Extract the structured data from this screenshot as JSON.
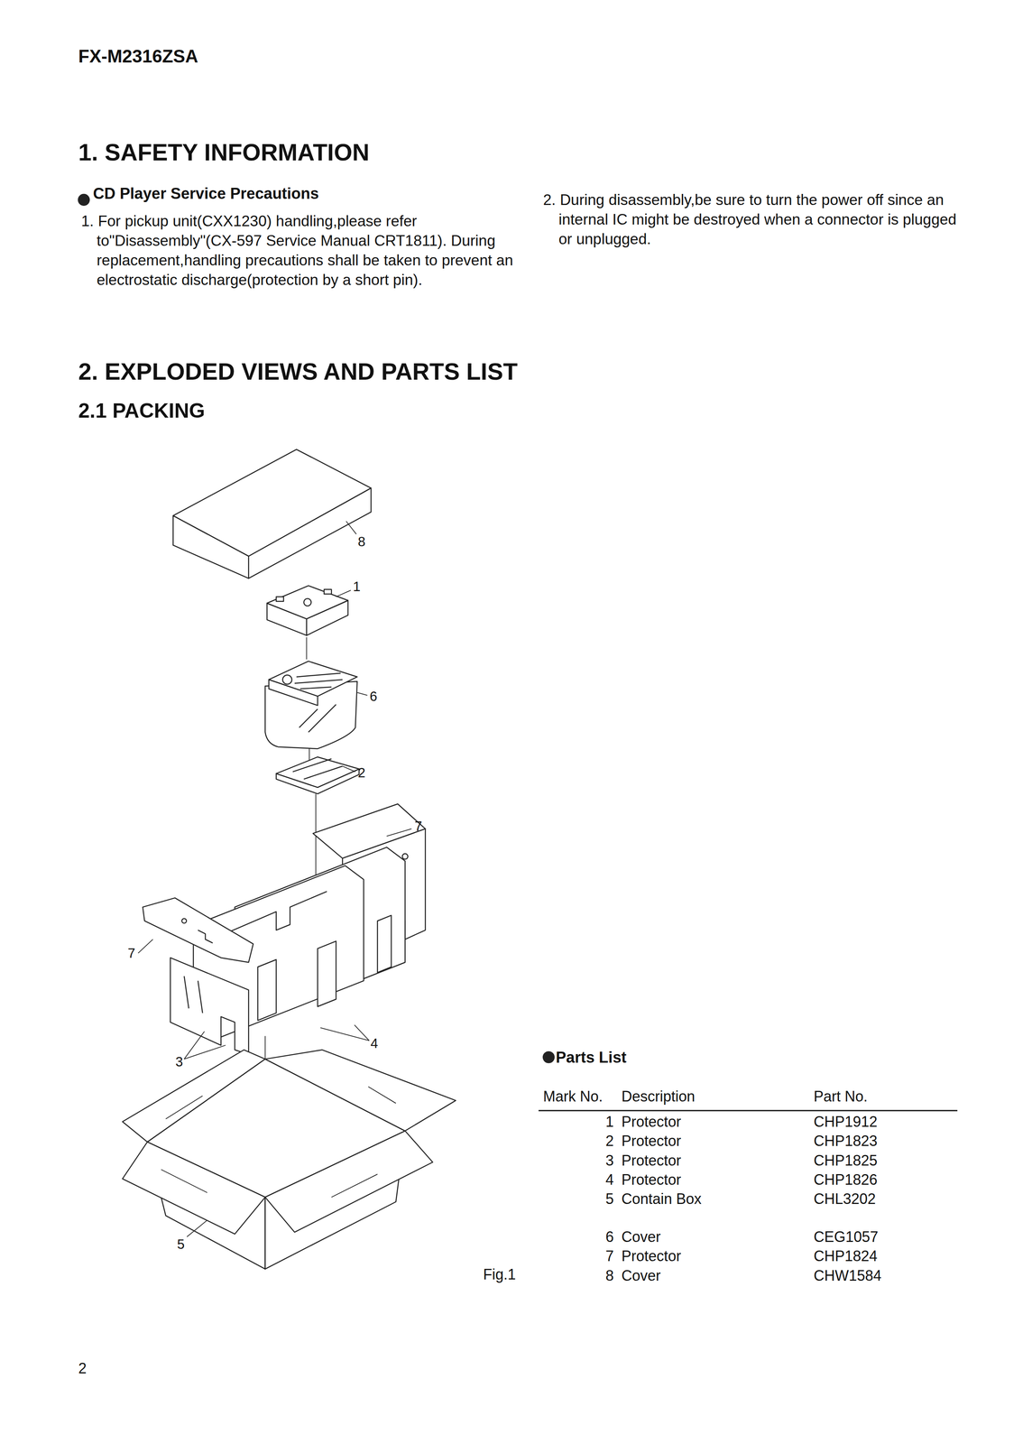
{
  "diagram": {
    "caption": "Fig.1",
    "labels": [
      "FX-M2316ZSA",
      "1. SAFETY INFORMATION",
      "CD Player Service Precautions",
      "1. For pickup unit(CXX1230) handling,please refer to\"Disassembly\"(CX-597 Service Manual CRT1811). During replacement,handling precautions shall be taken to prevent an electrostatic discharge(protection by a short pin).",
      "2. During disassembly,be sure to turn the power off since an internal IC might be destroyed when a connector is plugged or unplugged.",
      "2. EXPLODED VIEWS AND PARTS LIST",
      "2.1 PACKING",
      "8",
      "1",
      "6",
      "2",
      "7",
      "7",
      "4",
      "3",
      "5",
      "Parts List",
      "Mark No.",
      "Description",
      "Part No.",
      "1",
      "Protector",
      "CHP1912",
      "2",
      "Protector",
      "CHP1823",
      "3",
      "Protector",
      "CHP1825",
      "4",
      "Protector",
      "CHP1826",
      "5",
      "Contain Box",
      "CHL3202",
      "6",
      "Cover",
      "CEG1057",
      "7",
      "Protector",
      "CHP1824",
      "8",
      "Cover",
      "CHW1584",
      "2"
    ]
  }
}
